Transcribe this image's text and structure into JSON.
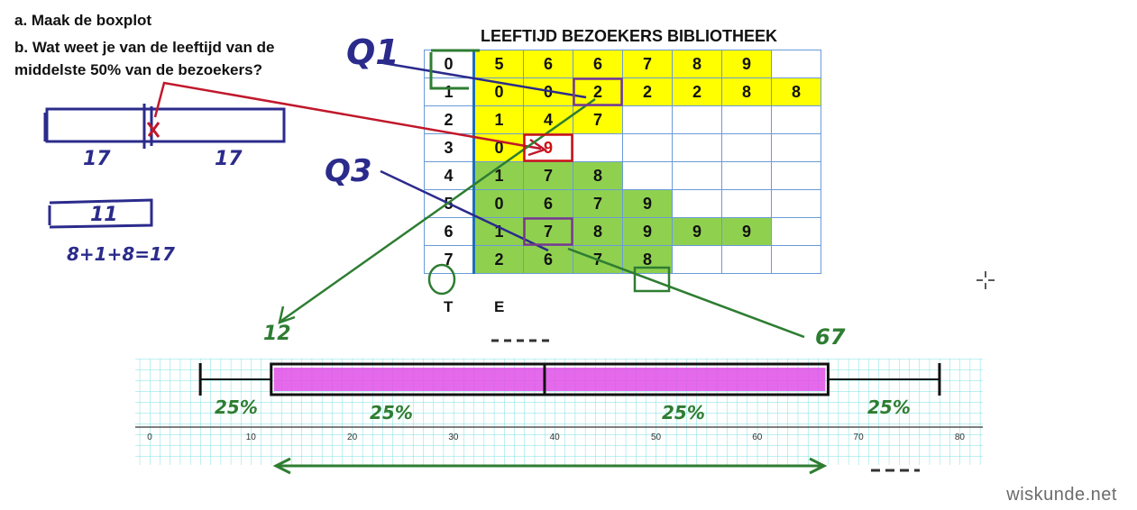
{
  "questions": {
    "a": "a. Maak de boxplot",
    "b": "b. Wat weet je van de leeftijd van de middelste 50% van de bezoekers?"
  },
  "table": {
    "title": "LEEFTIJD BEZOEKERS BIBLIOTHEEK",
    "rows": [
      {
        "stem": "0",
        "leaves": [
          "5",
          "6",
          "6",
          "7",
          "8",
          "9"
        ]
      },
      {
        "stem": "1",
        "leaves": [
          "0",
          "0",
          "2",
          "2",
          "2",
          "8",
          "8"
        ]
      },
      {
        "stem": "2",
        "leaves": [
          "1",
          "4",
          "7"
        ]
      },
      {
        "stem": "3",
        "leaves": [
          "0",
          "9"
        ]
      },
      {
        "stem": "4",
        "leaves": [
          "1",
          "7",
          "8"
        ]
      },
      {
        "stem": "5",
        "leaves": [
          "0",
          "6",
          "7",
          "9"
        ]
      },
      {
        "stem": "6",
        "leaves": [
          "1",
          "7",
          "8",
          "9",
          "9",
          "9"
        ]
      },
      {
        "stem": "7",
        "leaves": [
          "2",
          "6",
          "7",
          "8"
        ]
      }
    ],
    "footer_stem": "T",
    "footer_leaf": "E"
  },
  "axis_ticks": [
    "0",
    "10",
    "20",
    "30",
    "40",
    "50",
    "60",
    "70",
    "80"
  ],
  "boxplot": {
    "min": 5,
    "q1": 12,
    "median": 39,
    "q3": 67,
    "max": 78
  },
  "annotations": {
    "q1": "Q1",
    "q3": "Q3",
    "left_half": "17",
    "right_half": "17",
    "middle_count": "11",
    "sum": "8+1+8=17",
    "q1_value": "12",
    "q3_value": "67",
    "circled_stem": "7",
    "pct_1": "25%",
    "pct_2": "25%",
    "pct_3": "25%",
    "pct_4": "25%"
  },
  "colors": {
    "yellow": "#ffff00",
    "green": "#8fd14f",
    "magenta": "#e04fe8",
    "pen_green": "#2e7d32",
    "pen_blue": "#2b2b8c",
    "pen_red": "#c0182b"
  },
  "credit": "wiskunde.net"
}
